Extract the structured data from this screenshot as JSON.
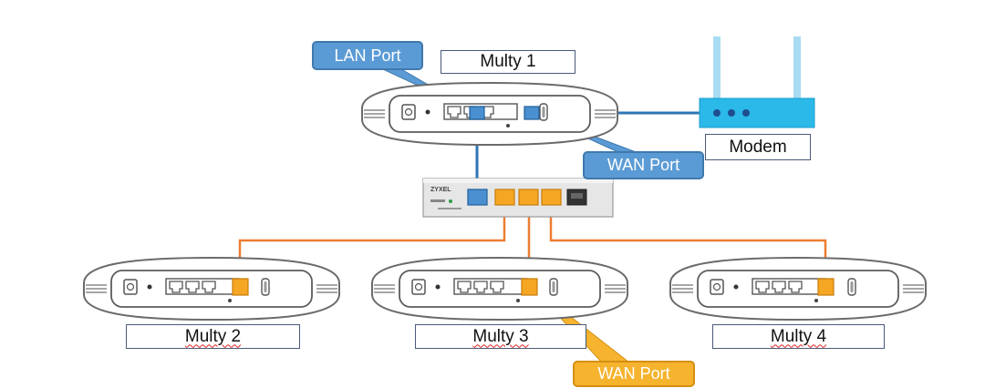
{
  "devices": {
    "multy1": {
      "label": "Multy 1"
    },
    "multy2": {
      "label": "Multy 2"
    },
    "multy3": {
      "label": "Multy 3"
    },
    "multy4": {
      "label": "Multy 4"
    },
    "modem": {
      "label": "Modem"
    }
  },
  "callouts": {
    "lan_port_top": "LAN Port",
    "wan_port_top": "WAN Port",
    "wan_port_bottom": "WAN Port"
  },
  "switch": {
    "brand": "ZYXEL"
  },
  "colors": {
    "blue_cable": "#2e75b6",
    "orange_cable": "#ed7d31",
    "callout_blue": "#5b9bd5",
    "callout_orange": "#f5b32e",
    "modem_cyan": "#2ab9e8",
    "port_blue": "#4a8fd0",
    "port_orange": "#f5a623"
  }
}
